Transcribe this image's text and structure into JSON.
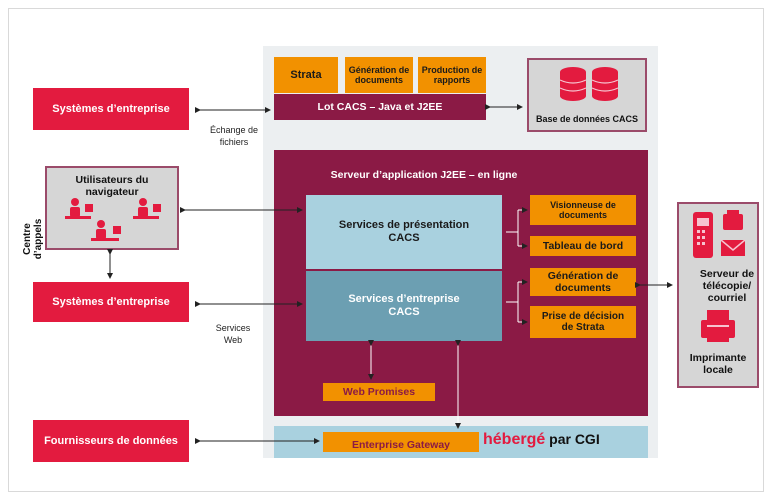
{
  "left": {
    "enterprise_top": "Systèmes d’entreprise",
    "file_exchange": "Échange de\nfichiers",
    "call_center": "Centre\nd’appels",
    "browser_users": "Utilisateurs du\nnavigateur",
    "enterprise_mid": "Systèmes d’entreprise",
    "web_services": "Services\nWeb",
    "data_providers": "Fournisseurs de données"
  },
  "top": {
    "strata": "Strata",
    "doc_generation": "Génération de\ndocuments",
    "report_production": "Production de\nrapports",
    "batch": "Lot CACS – Java et J2EE",
    "database": "Base de données CACS"
  },
  "center": {
    "app_server_title": "Serveur d’application J2EE – en ligne",
    "presentation_services": "Services de présentation\nCACS",
    "enterprise_services": "Services d’entreprise\nCACS",
    "web_promises": "Web Promises",
    "gateway": "Enterprise Gateway",
    "hosted_word": "hébergé",
    "hosted_rest": " par CGI"
  },
  "right_modules": {
    "viewer": "Visionneuse de\ndocuments",
    "dashboard": "Tableau de bord",
    "doc_generation": "Génération de\ndocuments",
    "strata_decision": "Prise de décision\nde Strata"
  },
  "devices": {
    "fax_email": "Serveur de\ntélécopie/\ncourriel",
    "local_printer": "Imprimante\nlocale"
  },
  "colors": {
    "red": "#e31b3f",
    "orange": "#f29100",
    "maroon": "#8b1a45",
    "light_blue": "#a9d1df",
    "steel_blue": "#6c9fb2",
    "grey": "#d6d6d6"
  }
}
